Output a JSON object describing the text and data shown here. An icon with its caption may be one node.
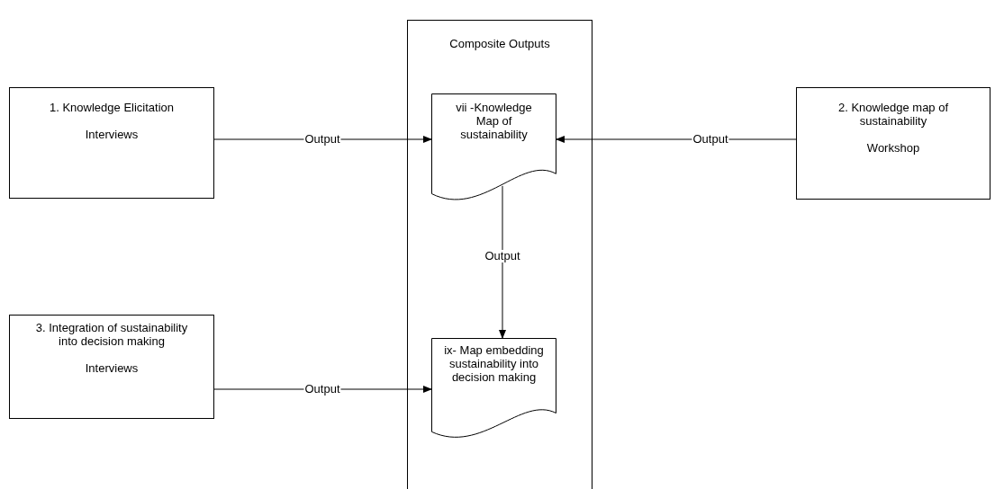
{
  "diagram": {
    "nodes": [
      {
        "text": [
          "1. Knowledge Elicitation",
          "Interviews"
        ]
      },
      {
        "text": [
          "Composite Outputs"
        ]
      },
      {
        "text": [
          "vii -Knowledge Map of sustainability"
        ],
        "in": 1
      },
      {
        "text": [
          "2. Knowledge map of sustainability",
          "Workshop"
        ]
      },
      {
        "text": [
          "3. Integration of sustainability into decision making",
          "Interviews"
        ]
      },
      {
        "text": [
          "ix- Map embedding sustainability into decision making"
        ],
        "in": 1
      }
    ],
    "edges": [
      {
        "from": 0,
        "to": 2,
        "label": "Output",
        "arrow": "to"
      },
      {
        "from": 3,
        "to": 2,
        "label": "Output",
        "arrow": "to"
      },
      {
        "from": 2,
        "to": 5,
        "label": "Output",
        "arrow": "to"
      },
      {
        "from": 4,
        "to": 5,
        "label": "Output",
        "arrow": "to"
      }
    ]
  }
}
